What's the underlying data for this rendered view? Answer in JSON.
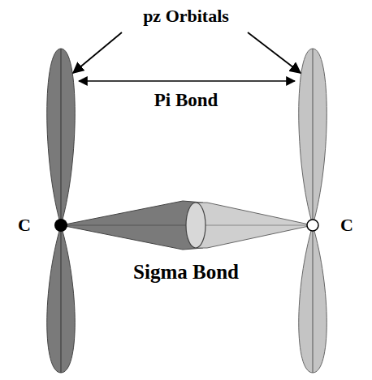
{
  "diagram": {
    "labels": [
      "pz Orbitals",
      "Pi Bond",
      "C",
      "C",
      "Sigma Bond"
    ]
  }
}
